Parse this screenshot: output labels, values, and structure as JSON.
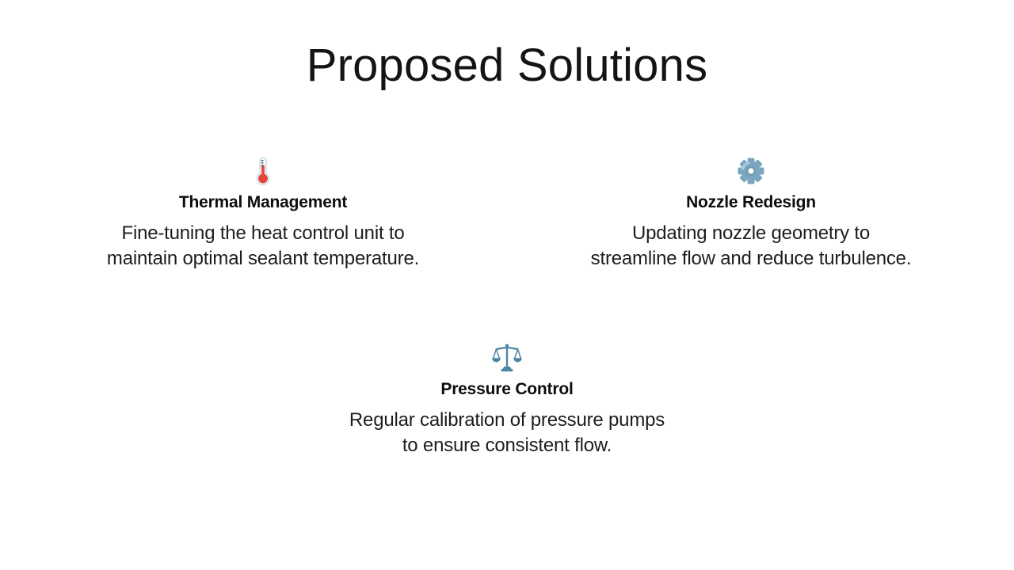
{
  "slide": {
    "title": "Proposed Solutions",
    "items": [
      {
        "icon": "thermometer-icon",
        "heading": "Thermal Management",
        "body_lines": [
          "Fine-tuning the heat control unit to",
          "maintain optimal sealant temperature."
        ]
      },
      {
        "icon": "gear-icon",
        "heading": "Nozzle Redesign",
        "body_lines": [
          "Updating nozzle geometry to",
          "streamline flow and reduce turbulence."
        ]
      },
      {
        "icon": "balance-scale-icon",
        "heading": "Pressure Control",
        "body_lines": [
          "Regular calibration of pressure pumps",
          "to ensure consistent flow."
        ]
      }
    ],
    "colors": {
      "background": "#ffffff",
      "title_text": "#141414",
      "heading_text": "#0d0d0d",
      "body_text": "#1d1d1f",
      "thermometer_outline": "#cfe4f0",
      "thermometer_red": "#e2463d",
      "gear_blue": "#7ca6bf",
      "gear_highlight": "#aacbdc",
      "gear_ring": "#6d99b2",
      "scale_blue": "#4e86a2"
    }
  }
}
